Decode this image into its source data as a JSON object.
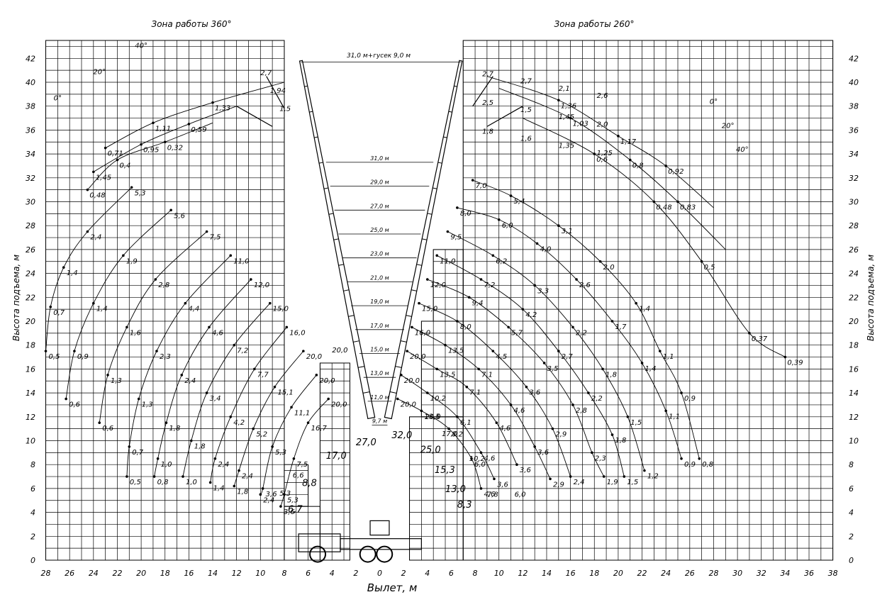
{
  "zones": {
    "left": "Зона работы 360°",
    "right": "Зона работы 260°"
  },
  "axes": {
    "x_label": "Вылет, м",
    "y_label_left": "Высота подъема, м",
    "y_label_right": "Высота подъема, м",
    "x_ticks": [
      "28",
      "26",
      "24",
      "22",
      "20",
      "18",
      "16",
      "14",
      "12",
      "10",
      "8",
      "6",
      "4",
      "2",
      "0",
      "2",
      "4",
      "6",
      "8",
      "10",
      "12",
      "14",
      "16",
      "18",
      "20",
      "22",
      "24",
      "26",
      "28",
      "30",
      "32",
      "34",
      "36",
      "38"
    ],
    "y_ticks": [
      "0",
      "2",
      "4",
      "6",
      "8",
      "10",
      "12",
      "14",
      "16",
      "18",
      "20",
      "22",
      "24",
      "26",
      "28",
      "30",
      "32",
      "34",
      "36",
      "38",
      "40",
      "42"
    ]
  },
  "jib_label": "31,0 м+гусек 9,0 м",
  "jib_angles": {
    "left": [
      {
        "angle": "0°",
        "loads": [
          "1,33",
          "1,11",
          "0,71"
        ]
      },
      {
        "angle": "20°",
        "loads": [
          "0,59",
          "0,95",
          "1,45"
        ]
      },
      {
        "angle": "40°",
        "loads": [
          "0,32",
          "0,4",
          "0,48"
        ]
      }
    ],
    "left_tip_labels": [
      "2,7",
      "1,94",
      "1,5"
    ],
    "right": [
      {
        "angle": "0°",
        "loads": [
          "1,36",
          "1,17",
          "0,92"
        ]
      },
      {
        "angle": "20°",
        "loads": [
          "1,03",
          "0,8",
          "0,83"
        ]
      },
      {
        "angle": "40°",
        "loads": [
          "0,6",
          "0,48",
          "0,5",
          "0,37",
          "0,39"
        ]
      }
    ],
    "right_tip_labels": [
      "2,7",
      "2,7",
      "2,1",
      "2,6",
      "2,5",
      "1,5",
      "1,45",
      "2,0",
      "1,8",
      "1,6",
      "1,35",
      "1,25"
    ]
  },
  "boom_lengths": [
    "31,0 м",
    "29,0 м",
    "27,0 м",
    "25,0 м",
    "23,0 м",
    "21,0 м",
    "19,0 м",
    "17,0 м",
    "15,0 м",
    "13,0 м",
    "11,0 м",
    "9,7 м"
  ],
  "chart_data": {
    "type": "line",
    "title": "",
    "xlabel": "Вылет, м",
    "ylabel": "Высота подъема, м",
    "xlim": [
      -28,
      38
    ],
    "ylim": [
      0,
      42
    ],
    "series": [
      {
        "boom": "31,0 м",
        "side": "left",
        "points": [
          [
            -20.8,
            31.2,
            "5,3"
          ],
          [
            -24.5,
            27.5,
            "2,4"
          ],
          [
            -26.5,
            24.5,
            "1,4"
          ],
          [
            -27.6,
            21.2,
            "0,7"
          ],
          [
            -28.0,
            17.5,
            "0,5"
          ]
        ]
      },
      {
        "boom": "29,0 м",
        "side": "left",
        "points": [
          [
            -17.5,
            29.3,
            "5,6"
          ],
          [
            -21.5,
            25.5,
            "1,9"
          ],
          [
            -24.0,
            21.5,
            "1,4"
          ],
          [
            -25.6,
            17.5,
            "0,9"
          ],
          [
            -26.3,
            13.5,
            "0,6"
          ]
        ]
      },
      {
        "boom": "27,0 м",
        "side": "left",
        "points": [
          [
            -14.5,
            27.5,
            "7,5"
          ],
          [
            -18.8,
            23.5,
            "2,8"
          ],
          [
            -21.2,
            19.5,
            "1,6"
          ],
          [
            -22.8,
            15.5,
            "1,3"
          ],
          [
            -23.5,
            11.5,
            "0,6"
          ]
        ]
      },
      {
        "boom": "25,0 м",
        "side": "left",
        "points": [
          [
            -12.5,
            25.5,
            "11,0"
          ],
          [
            -16.3,
            21.5,
            "4,4"
          ],
          [
            -18.7,
            17.5,
            "2,3"
          ],
          [
            -20.2,
            13.5,
            "1,3"
          ],
          [
            -21.0,
            9.5,
            "0,7"
          ],
          [
            -21.2,
            7.0,
            "0,5"
          ]
        ]
      },
      {
        "boom": "23,0 м",
        "side": "left",
        "points": [
          [
            -10.8,
            23.5,
            "12,0"
          ],
          [
            -14.3,
            19.5,
            "4,6"
          ],
          [
            -16.6,
            15.5,
            "2,4"
          ],
          [
            -17.9,
            11.5,
            "1,8"
          ],
          [
            -18.6,
            8.5,
            "1,0"
          ],
          [
            -18.9,
            7.0,
            "0,8"
          ]
        ]
      },
      {
        "boom": "21,0 м",
        "side": "left",
        "points": [
          [
            -9.2,
            21.5,
            "15,0"
          ],
          [
            -12.2,
            18.0,
            "7,2"
          ],
          [
            -14.5,
            14.0,
            "3,4"
          ],
          [
            -15.8,
            10.0,
            "1,8"
          ],
          [
            -16.5,
            7.0,
            "1,0"
          ]
        ]
      },
      {
        "boom": "19,0 м",
        "side": "left",
        "points": [
          [
            -7.8,
            19.5,
            "16,0"
          ],
          [
            -10.5,
            16.0,
            "7,7"
          ],
          [
            -12.5,
            12.0,
            "4,2"
          ],
          [
            -13.8,
            8.5,
            "2,4"
          ],
          [
            -14.2,
            6.5,
            "1,4"
          ]
        ]
      },
      {
        "boom": "17,0 м",
        "side": "left",
        "points": [
          [
            -6.4,
            17.5,
            "20,0"
          ],
          [
            -8.8,
            14.5,
            "15,1"
          ],
          [
            -10.6,
            11.0,
            "5,2"
          ],
          [
            -11.8,
            7.5,
            "2,4"
          ],
          [
            -12.2,
            6.2,
            "1,8"
          ]
        ]
      },
      {
        "boom": "15,0 м",
        "side": "left",
        "points": [
          [
            -5.3,
            15.5,
            "20,0"
          ],
          [
            -7.4,
            12.8,
            "11,1"
          ],
          [
            -9.0,
            9.5,
            "5,3"
          ],
          [
            -9.8,
            6.0,
            "3,6"
          ],
          [
            -10.0,
            5.5,
            "2,4"
          ]
        ]
      },
      {
        "boom": "13,0 м",
        "side": "left",
        "points": [
          [
            -4.3,
            13.5,
            "20,0"
          ],
          [
            -6.0,
            11.5,
            "16,7"
          ],
          [
            -7.2,
            8.5,
            "7,5"
          ],
          [
            -8.0,
            5.5,
            "5,3"
          ],
          [
            -8.3,
            4.5,
            "3,6"
          ]
        ]
      },
      {
        "boom": "31,0 м",
        "side": "right",
        "points": [
          [
            7.8,
            31.8,
            "7,0"
          ],
          [
            11.0,
            30.5,
            "5,4"
          ],
          [
            15.0,
            28.0,
            "3,1"
          ],
          [
            18.5,
            25.0,
            "2,0"
          ],
          [
            21.5,
            21.5,
            "1,4"
          ],
          [
            23.5,
            17.5,
            "1,1"
          ],
          [
            25.3,
            14.0,
            "0,9"
          ],
          [
            26.8,
            8.5,
            "0,8"
          ]
        ]
      },
      {
        "boom": "29,0 м",
        "side": "right",
        "points": [
          [
            6.5,
            29.5,
            "8,0"
          ],
          [
            10.0,
            28.5,
            "6,0"
          ],
          [
            13.2,
            26.5,
            "4,0"
          ],
          [
            16.5,
            23.5,
            "2,6"
          ],
          [
            19.5,
            20.0,
            "1,7"
          ],
          [
            22.0,
            16.5,
            "1,4"
          ],
          [
            24.0,
            12.5,
            "1,1"
          ],
          [
            25.3,
            8.5,
            "0,9"
          ]
        ]
      },
      {
        "boom": "27,0 м",
        "side": "right",
        "points": [
          [
            5.7,
            27.5,
            "9,5"
          ],
          [
            9.5,
            25.5,
            "6,2"
          ],
          [
            13.0,
            23.0,
            "3,3"
          ],
          [
            16.2,
            19.5,
            "2,2"
          ],
          [
            18.7,
            16.0,
            "1,8"
          ],
          [
            20.8,
            12.0,
            "1,5"
          ],
          [
            22.2,
            7.5,
            "1,2"
          ]
        ]
      },
      {
        "boom": "25,0 м",
        "side": "right",
        "points": [
          [
            4.8,
            25.5,
            "11,0"
          ],
          [
            8.5,
            23.5,
            "7,2"
          ],
          [
            12.0,
            21.0,
            "4,2"
          ],
          [
            15.0,
            17.5,
            "2,7"
          ],
          [
            17.5,
            14.0,
            "2,2"
          ],
          [
            19.5,
            10.5,
            "1,8"
          ],
          [
            20.5,
            7.0,
            "1,5"
          ]
        ]
      },
      {
        "boom": "23,0 м",
        "side": "right",
        "points": [
          [
            4.0,
            23.5,
            "12,0"
          ],
          [
            7.5,
            22.0,
            "9,4"
          ],
          [
            10.8,
            19.5,
            "5,7"
          ],
          [
            13.8,
            16.5,
            "3,5"
          ],
          [
            16.2,
            13.0,
            "2,8"
          ],
          [
            17.8,
            9.0,
            "2,3"
          ],
          [
            18.8,
            7.0,
            "1,9"
          ]
        ]
      },
      {
        "boom": "21,0 м",
        "side": "right",
        "points": [
          [
            3.3,
            21.5,
            "15,0"
          ],
          [
            6.5,
            20.0,
            "8,0"
          ],
          [
            9.5,
            17.5,
            "4,5"
          ],
          [
            12.3,
            14.5,
            "3,6"
          ],
          [
            14.5,
            11.0,
            "2,9"
          ],
          [
            16.0,
            7.0,
            "2,4"
          ]
        ]
      },
      {
        "boom": "19,0 м",
        "side": "right",
        "points": [
          [
            2.7,
            19.5,
            "16,0"
          ],
          [
            5.5,
            18.0,
            "13,5"
          ],
          [
            8.3,
            16.0,
            "7,1"
          ],
          [
            11.0,
            13.0,
            "4,6"
          ],
          [
            13.0,
            9.5,
            "3,6"
          ],
          [
            14.3,
            6.8,
            "2,9"
          ]
        ]
      },
      {
        "boom": "17,0 м",
        "side": "right",
        "points": [
          [
            2.3,
            17.5,
            "20,0"
          ],
          [
            4.8,
            16.0,
            "13,5"
          ],
          [
            7.3,
            14.5,
            "7,1"
          ],
          [
            9.8,
            11.5,
            "4,6"
          ],
          [
            11.5,
            8.0,
            "3,6"
          ]
        ]
      },
      {
        "boom": "15,0 м",
        "side": "right",
        "points": [
          [
            1.8,
            15.5,
            "20,0"
          ],
          [
            4.0,
            14.0,
            "10,2"
          ],
          [
            6.5,
            12.0,
            "6,1"
          ],
          [
            8.5,
            9.0,
            "4,6"
          ],
          [
            9.6,
            6.8,
            "3,6"
          ]
        ]
      },
      {
        "boom": "13,0 м",
        "side": "right",
        "points": [
          [
            1.5,
            13.5,
            "20,0"
          ],
          [
            3.5,
            12.5,
            "13,5"
          ],
          [
            5.8,
            11.0,
            "8,2"
          ],
          [
            7.7,
            8.5,
            "6,0"
          ],
          [
            8.5,
            6.0,
            "4,6"
          ]
        ]
      }
    ],
    "short_boom_loads": {
      "left": [
        "20,0",
        "27,0",
        "17,0",
        "8,8",
        "6,6",
        "5,3",
        "6,7"
      ],
      "right": [
        "20,0",
        "32,0",
        "25,0",
        "15,3",
        "13,0",
        "8,3",
        "17,0",
        "10,2",
        "7,8",
        "6,0"
      ]
    }
  }
}
